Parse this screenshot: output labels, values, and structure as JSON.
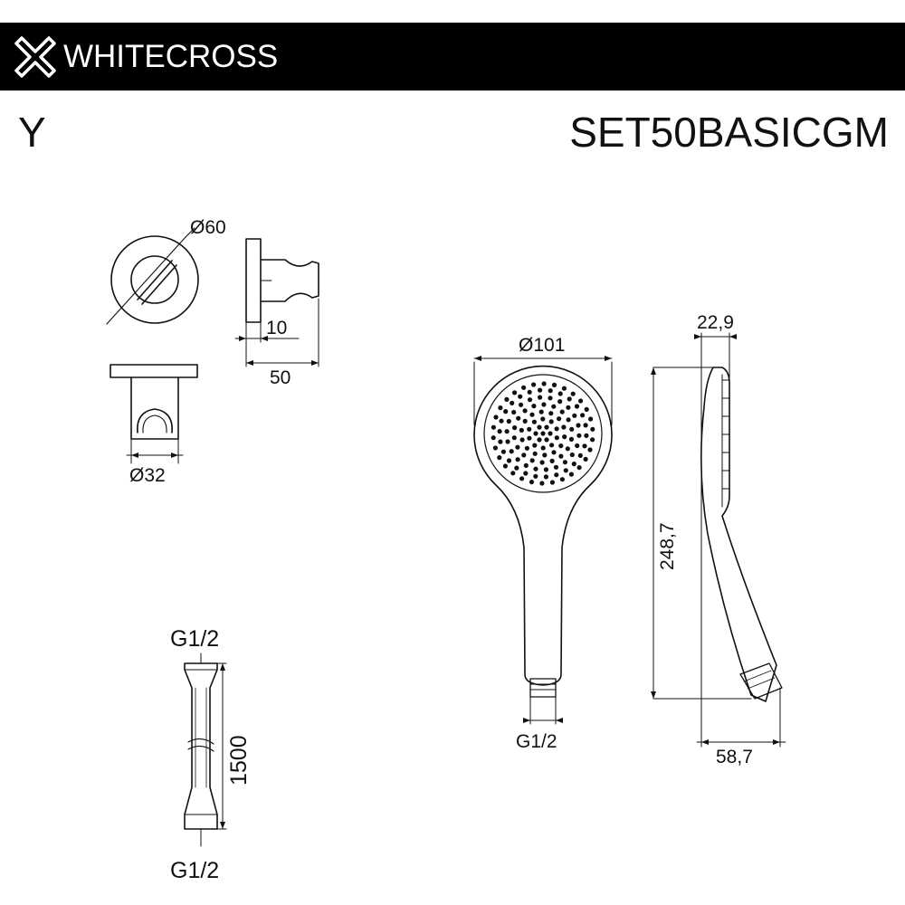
{
  "header": {
    "brand": "WHITECROSS",
    "logo_icon": "cross-x-logo-icon",
    "background_color": "#000000",
    "text_color": "#ffffff"
  },
  "series_letter": "Y",
  "model_code": "SET50BASICGM",
  "dimensions": {
    "holder_flange_diameter": "Ø60",
    "holder_flange_thickness": "10",
    "holder_depth": "50",
    "holder_cradle_diameter": "Ø32",
    "head_diameter": "Ø101",
    "head_thickness": "22,9",
    "head_length": "248,7",
    "head_depth": "58,7",
    "head_thread": "G1/2",
    "hose_thread_top": "G1/2",
    "hose_thread_bottom": "G1/2",
    "hose_length": "1500"
  }
}
